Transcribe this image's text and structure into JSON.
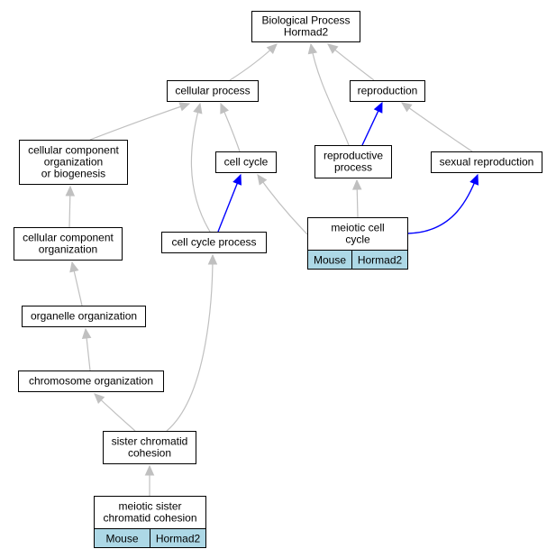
{
  "colors": {
    "edge_default": "#c0c0c0",
    "edge_highlight": "#0000ff",
    "annotation_fill": "#add8e6"
  },
  "nodes": {
    "biological_process": [
      "Biological Process",
      "Hormad2"
    ],
    "cellular_process": [
      "cellular process"
    ],
    "reproduction": [
      "reproduction"
    ],
    "ccob": [
      "cellular component",
      "organization",
      "or biogenesis"
    ],
    "cell_cycle": [
      "cell cycle"
    ],
    "reproductive_process": [
      "reproductive",
      "process"
    ],
    "sexual_reproduction": [
      "sexual reproduction"
    ],
    "cco": [
      "cellular component",
      "organization"
    ],
    "cell_cycle_process": [
      "cell cycle process"
    ],
    "meiotic_cell_cycle": [
      "meiotic cell",
      "cycle"
    ],
    "organelle_organization": [
      "organelle organization"
    ],
    "chromosome_organization": [
      "chromosome organization"
    ],
    "sister_chromatid_cohesion": [
      "sister chromatid",
      "cohesion"
    ],
    "meiotic_sister_chromatid_cohesion": [
      "meiotic sister",
      "chromatid cohesion"
    ]
  },
  "annotations": {
    "meiotic_cell_cycle": [
      "Mouse",
      "Hormad2"
    ],
    "meiotic_sister_chromatid_cohesion": [
      "Mouse",
      "Hormad2"
    ]
  },
  "edges": [
    {
      "from": "cellular_process",
      "to": "biological_process",
      "highlight": false
    },
    {
      "from": "reproduction",
      "to": "biological_process",
      "highlight": false
    },
    {
      "from": "reproductive_process",
      "to": "biological_process",
      "highlight": false
    },
    {
      "from": "ccob",
      "to": "cellular_process",
      "highlight": false
    },
    {
      "from": "cell_cycle",
      "to": "cellular_process",
      "highlight": false
    },
    {
      "from": "cell_cycle_process",
      "to": "cellular_process",
      "highlight": false
    },
    {
      "from": "reproductive_process",
      "to": "reproduction",
      "highlight": true
    },
    {
      "from": "sexual_reproduction",
      "to": "reproduction",
      "highlight": false
    },
    {
      "from": "cco",
      "to": "ccob",
      "highlight": false
    },
    {
      "from": "cell_cycle_process",
      "to": "cell_cycle",
      "highlight": true
    },
    {
      "from": "meiotic_cell_cycle",
      "to": "cell_cycle",
      "highlight": false
    },
    {
      "from": "meiotic_cell_cycle",
      "to": "reproductive_process",
      "highlight": false
    },
    {
      "from": "meiotic_cell_cycle",
      "to": "sexual_reproduction",
      "highlight": true
    },
    {
      "from": "organelle_organization",
      "to": "cco",
      "highlight": false
    },
    {
      "from": "chromosome_organization",
      "to": "organelle_organization",
      "highlight": false
    },
    {
      "from": "sister_chromatid_cohesion",
      "to": "chromosome_organization",
      "highlight": false
    },
    {
      "from": "sister_chromatid_cohesion",
      "to": "cell_cycle_process",
      "highlight": false
    },
    {
      "from": "meiotic_sister_chromatid_cohesion",
      "to": "sister_chromatid_cohesion",
      "highlight": false
    }
  ]
}
